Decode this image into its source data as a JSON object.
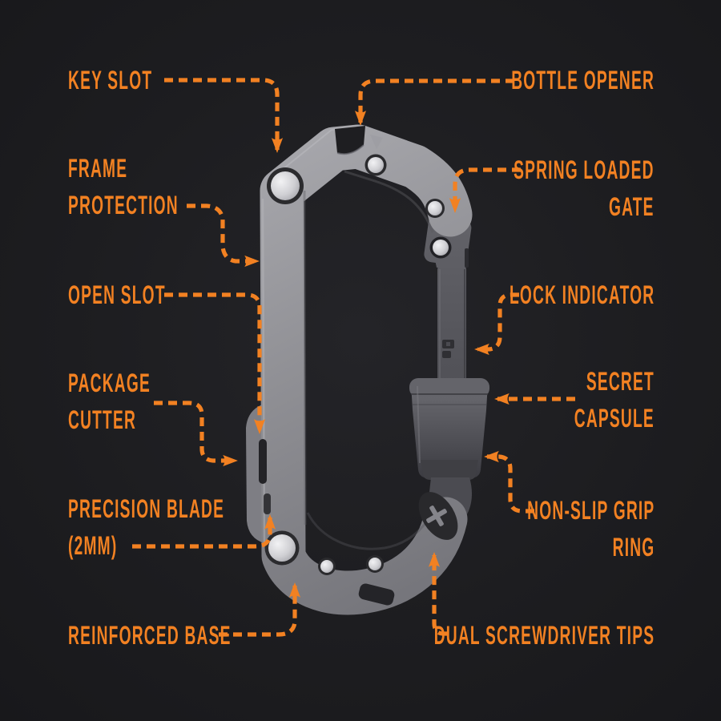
{
  "theme": {
    "background": "#1c1c1e",
    "accent": "#f28122",
    "frame_metal": "#8f8f94",
    "gate_metal": "#55555b",
    "rivet_silver": "#d9d9dc"
  },
  "diagram": {
    "subject": "carabiner-multitool-features",
    "labels": {
      "key_slot": {
        "line1": "KEY SLOT"
      },
      "bottle_opener": {
        "line1": "BOTTLE OPENER"
      },
      "frame_protection": {
        "line1": "FRAME",
        "line2": "PROTECTION"
      },
      "spring_loaded_gate": {
        "line1": "SPRING LOADED",
        "line2": "GATE"
      },
      "open_slot": {
        "line1": "OPEN SLOT"
      },
      "lock_indicator": {
        "line1": "LOCK INDICATOR"
      },
      "package_cutter": {
        "line1": "PACKAGE",
        "line2": "CUTTER"
      },
      "secret_capsule": {
        "line1": "SECRET",
        "line2": "CAPSULE"
      },
      "precision_blade": {
        "line1": "PRECISION BLADE",
        "line2": "(2MM)"
      },
      "non_slip_grip_ring": {
        "line1": "NON-SLIP GRIP",
        "line2": "RING"
      },
      "reinforced_base": {
        "line1": "REINFORCED BASE"
      },
      "dual_screwdriver_tips": {
        "line1": "DUAL SCREWDRIVER TIPS"
      }
    }
  }
}
